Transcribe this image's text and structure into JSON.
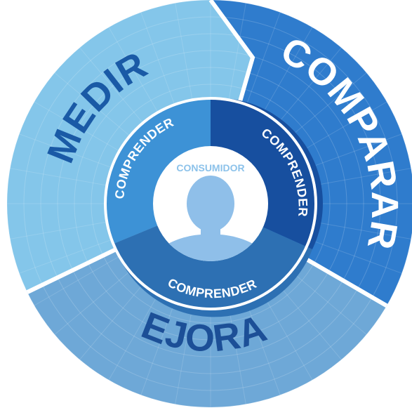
{
  "diagram": {
    "center_label": "CONSUMIDOR",
    "stages": [
      {
        "key": "medir",
        "label": "MEDIR"
      },
      {
        "key": "comparar",
        "label": "COMPARAR"
      },
      {
        "key": "mejorar",
        "label": "MEJORAR"
      }
    ],
    "inner_labels": [
      "COMPRENDER",
      "COMPRENDER",
      "COMPRENDER"
    ]
  },
  "colors": {
    "medir_outer": "#84c6ea",
    "comparar_outer": "#2f7ccd",
    "mejorar_outer": "#6ea8d7",
    "medir_inner": "#3d92d6",
    "comparar_inner": "#174f9f",
    "mejorar_inner": "#2d70b3",
    "medir_text": "#1a5aa6",
    "comparar_text": "#ffffff",
    "mejorar_text": "#1c4f97",
    "inner_text": "#ffffff",
    "center_bg": "#ffffff",
    "center_label": "#8cc2ea",
    "silhouette": "#8fbfe9",
    "grid": "#ffffff"
  }
}
